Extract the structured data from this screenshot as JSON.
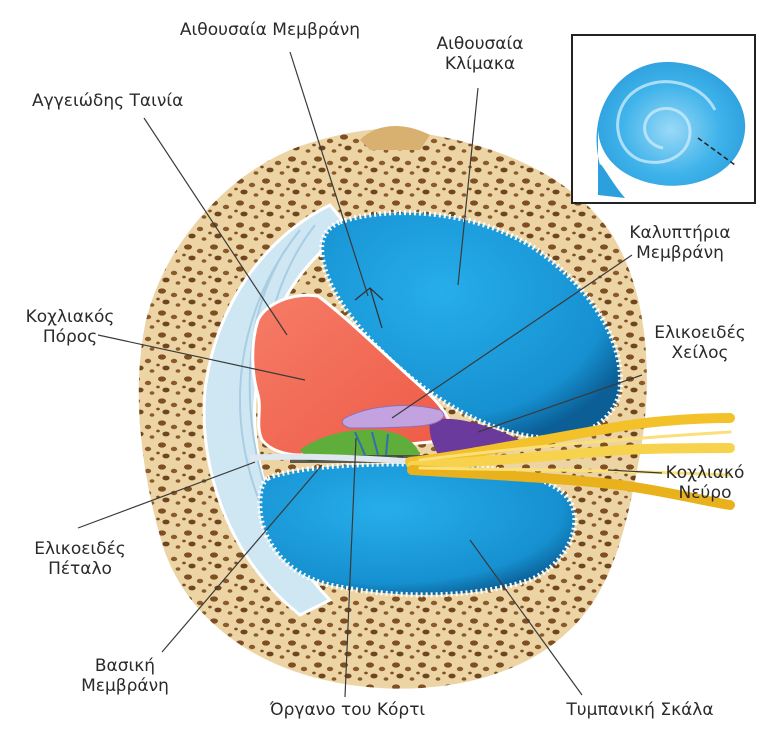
{
  "labels": {
    "vestibular_membrane": "Αιθουσαία Μεμβράνη",
    "scala_vestibuli_1": "Αιθουσαία",
    "scala_vestibuli_2": "Κλίμακα",
    "stria_vascularis": "Αγγειώδης Ταινία",
    "tectorial_membrane_1": "Καλυπτήρια",
    "tectorial_membrane_2": "Μεμβράνη",
    "cochlear_duct_1": "Κοχλιακός",
    "cochlear_duct_2": "Πόρος",
    "spiral_limbus_1": "Ελικοειδές",
    "spiral_limbus_2": "Χείλος",
    "cochlear_nerve_1": "Κοχλιακό",
    "cochlear_nerve_2": "Νεύρο",
    "spiral_lamina_1": "Ελικοειδές",
    "spiral_lamina_2": "Πέταλο",
    "basilar_membrane_1": "Βασική",
    "basilar_membrane_2": "Μεμβράνη",
    "organ_of_corti": "Όργανο του Κόρτι",
    "scala_tympani": "Τυμπανική Σκάλα"
  },
  "colors": {
    "bone": "#e9cf9c",
    "bone_pore": "#8a5a2a",
    "scala": "#1e9fdc",
    "scala_dark": "#0e6fa8",
    "duct": "#f26a55",
    "tectorial": "#b894d6",
    "limbus": "#6a3a9c",
    "organ": "#5fae3c",
    "nerve": "#f3c12a",
    "inset_blue": "#3fb3ea"
  }
}
